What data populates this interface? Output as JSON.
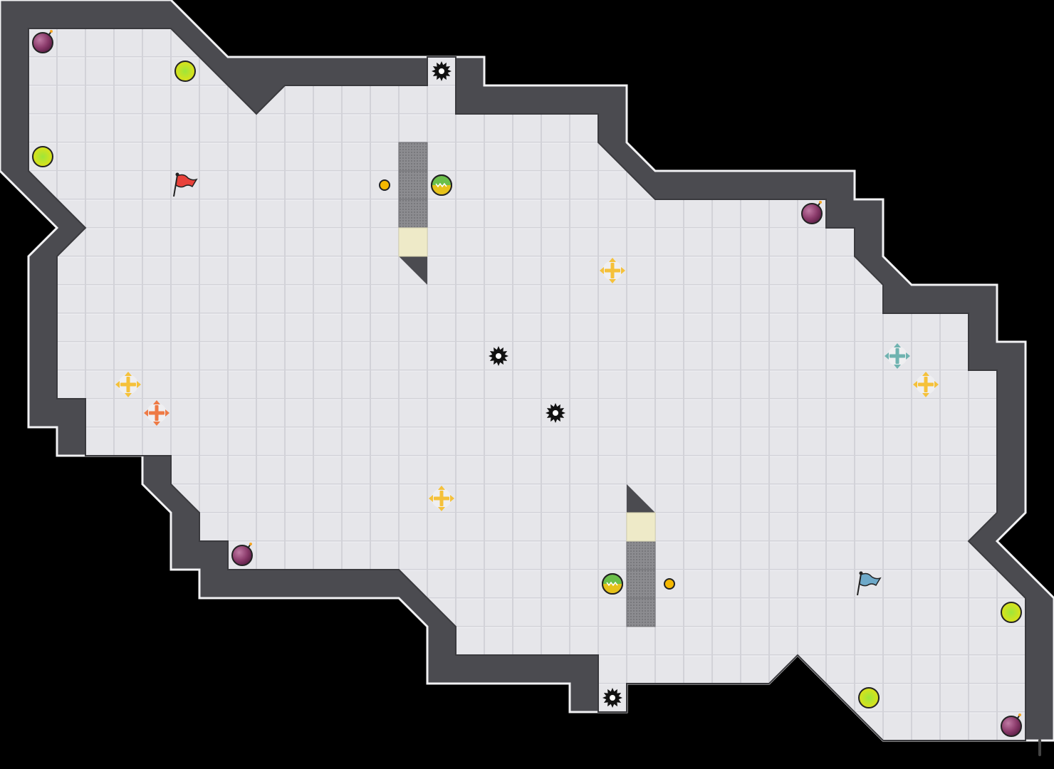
{
  "colors": {
    "background": "#000000",
    "floor": "#e6e6ea",
    "floor_grid": "#d0d0d6",
    "wall": "#4b4b50",
    "wall_edge": "#f4f4f6",
    "team_red": "#e8413a",
    "team_blue": "#6ea9c9",
    "boost_yellow": "#f5c13a",
    "boost_orange": "#ee7a45",
    "boost_teal": "#6fb3b0",
    "powerup": "#c9df1e",
    "bomb": "#8a3a6a",
    "gate": "#8b8b8e",
    "gate_button": "#eeeac8"
  },
  "entities": {
    "flags": [
      {
        "team": "red",
        "icon": "red-flag-icon",
        "col": 6,
        "row": 6
      },
      {
        "team": "blue",
        "icon": "blue-flag-icon",
        "col": 30,
        "row": 20
      }
    ],
    "spikes": [
      {
        "icon": "spike-icon",
        "col": 15,
        "row": 2
      },
      {
        "icon": "spike-icon",
        "col": 17,
        "row": 12
      },
      {
        "icon": "spike-icon",
        "col": 19,
        "row": 14
      },
      {
        "icon": "spike-icon",
        "col": 21,
        "row": 24
      }
    ],
    "bombs": [
      {
        "icon": "bomb-icon",
        "col": 1,
        "row": 1
      },
      {
        "icon": "bomb-icon",
        "col": 28,
        "row": 7
      },
      {
        "icon": "bomb-icon",
        "col": 8,
        "row": 19
      },
      {
        "icon": "bomb-icon",
        "col": 35,
        "row": 25
      }
    ],
    "powerups": [
      {
        "icon": "powerup-icon",
        "col": 6,
        "row": 2
      },
      {
        "icon": "powerup-icon",
        "col": 1,
        "row": 5
      },
      {
        "icon": "powerup-icon",
        "col": 35,
        "row": 21
      },
      {
        "icon": "powerup-icon",
        "col": 30,
        "row": 24
      }
    ],
    "boosts": [
      {
        "team": "neutral",
        "icon": "boost-icon",
        "col": 21,
        "row": 9
      },
      {
        "team": "neutral",
        "icon": "boost-icon",
        "col": 4,
        "row": 13
      },
      {
        "team": "red",
        "icon": "red-boost-icon",
        "col": 5,
        "row": 14
      },
      {
        "team": "blue",
        "icon": "blue-boost-icon",
        "col": 31,
        "row": 12
      },
      {
        "team": "neutral",
        "icon": "boost-icon",
        "col": 32,
        "row": 13
      },
      {
        "team": "neutral",
        "icon": "boost-icon",
        "col": 15,
        "row": 17
      }
    ],
    "buttons": [
      {
        "icon": "button-icon",
        "col": 13,
        "row": 6
      },
      {
        "icon": "button-icon",
        "col": 23,
        "row": 20
      }
    ],
    "gate_markers": [
      {
        "icon": "gate-marker-icon",
        "col": 15,
        "row": 6
      },
      {
        "icon": "gate-marker-icon",
        "col": 21,
        "row": 20
      }
    ],
    "gates": [
      {
        "col": 14,
        "row": 5
      },
      {
        "col": 14,
        "row": 6
      },
      {
        "col": 14,
        "row": 7
      },
      {
        "col": 22,
        "row": 19
      },
      {
        "col": 22,
        "row": 20
      },
      {
        "col": 22,
        "row": 21
      }
    ],
    "gate_switch_tiles": [
      {
        "col": 14,
        "row": 8
      },
      {
        "col": 22,
        "row": 18
      }
    ]
  }
}
